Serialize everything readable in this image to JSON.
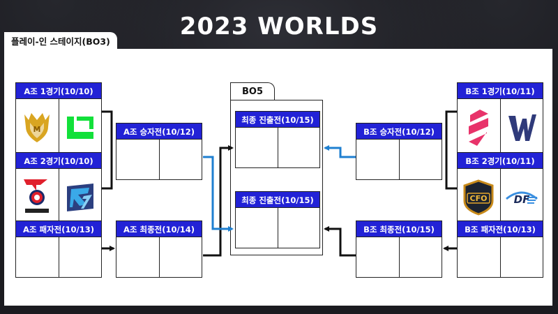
{
  "title": "2023 WORLDS",
  "stage": "플레이-인 스테이지(BO3)",
  "bo5_label": "BO5",
  "matches": {
    "a_g1": "A조 1경기(10/10)",
    "a_g2": "A조 2경기(10/10)",
    "a_loser": "A조 패자전(10/13)",
    "a_winner": "A조 승자전(10/12)",
    "a_final": "A조 최종전(10/14)",
    "final1": "최종 진출전(10/15)",
    "final2": "최종 진출전(10/15)",
    "b_winner": "B조 승자전(10/12)",
    "b_final": "B조 최종전(10/15)",
    "b_g1": "B조 1경기(10/11)",
    "b_g2": "B조 2경기(10/11)",
    "b_loser": "B조 패자전(10/13)"
  },
  "team_logos": [
    "gam-logo",
    "loud-logo",
    "psg-talon-logo",
    "movistar-r7-logo",
    "bilibili-gaming-logo",
    "weibo-gaming-logo",
    "cfo-logo",
    "detonation-focusme-logo"
  ],
  "colors": {
    "header": "#2222d6",
    "arrow_blue": "#1e7fd0",
    "arrow_black": "#111111"
  }
}
